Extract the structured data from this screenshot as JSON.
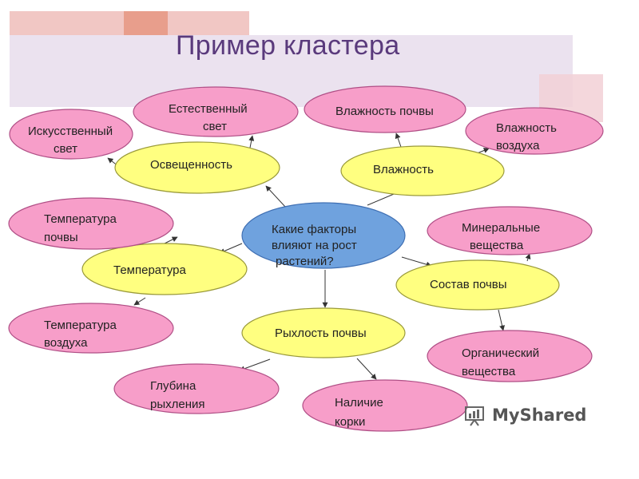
{
  "title": "Пример кластера",
  "watermark": "MyShared",
  "colors": {
    "center_fill": "#6fa2de",
    "center_stroke": "#3f6fb3",
    "primary_fill": "#ffff80",
    "primary_stroke": "#9a9a3a",
    "secondary_fill": "#f79ec9",
    "secondary_stroke": "#b04f86",
    "title": "#5a3a7c"
  },
  "nodes": {
    "center": [
      "Какие факторы",
      "влияют на рост",
      "растений?"
    ],
    "lighting": [
      "Освещенность"
    ],
    "humidity": [
      "Влажность"
    ],
    "temperature": [
      "Температура"
    ],
    "soil_composition": [
      "Состав почвы"
    ],
    "soil_looseness": [
      "Рыхлость почвы"
    ],
    "natural_light": [
      "Естественный",
      "свет"
    ],
    "artificial_light": [
      "Искусственный",
      "свет"
    ],
    "soil_moisture": [
      "Влажность почвы"
    ],
    "air_humidity": [
      "Влажность",
      "воздуха"
    ],
    "soil_temperature": [
      "Температура",
      "почвы"
    ],
    "air_temperature": [
      "Температура",
      "воздуха"
    ],
    "minerals": [
      "Минеральные",
      "вещества"
    ],
    "organic": [
      "Органический",
      "вещества"
    ],
    "loosening_depth": [
      "Глубина",
      "рыхления"
    ],
    "crust": [
      "Наличие",
      "корки"
    ]
  }
}
